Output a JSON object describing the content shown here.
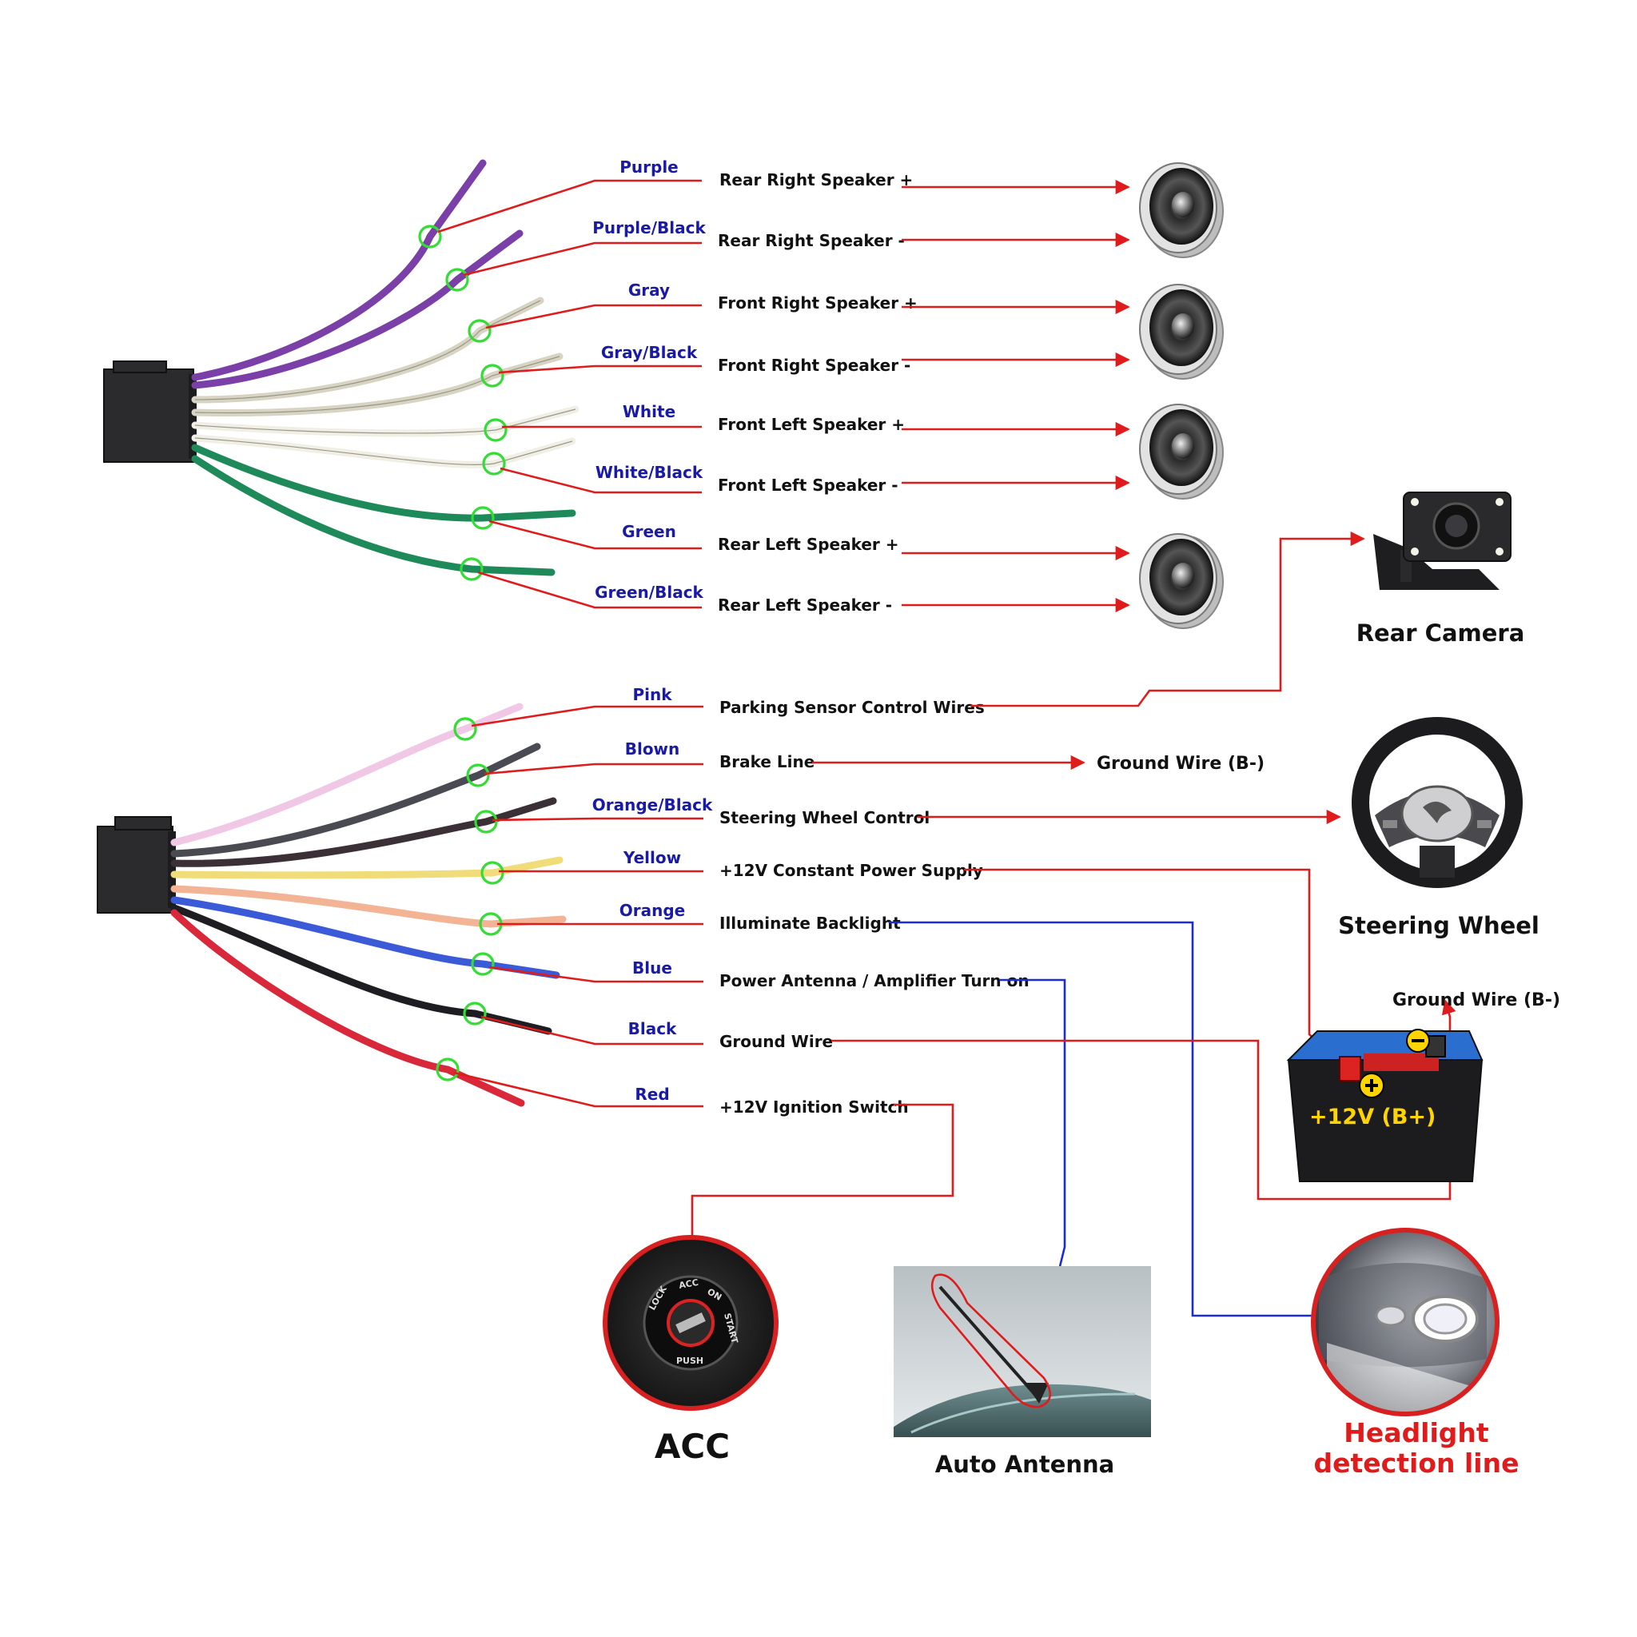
{
  "top_harness": {
    "wires": [
      {
        "color_label": "Purple",
        "function": "Rear Right Speaker +",
        "wire_color": "#7b3fa8"
      },
      {
        "color_label": "Purple/Black",
        "function": "Rear Right Speaker -",
        "wire_color": "#7b3fa8"
      },
      {
        "color_label": "Gray",
        "function": "Front Right Speaker +",
        "wire_color": "#d8d4c4"
      },
      {
        "color_label": "Gray/Black",
        "function": "Front Right Speaker -",
        "wire_color": "#d8d4c4"
      },
      {
        "color_label": "White",
        "function": "Front Left Speaker +",
        "wire_color": "#efefe6"
      },
      {
        "color_label": "White/Black",
        "function": "Front Left Speaker -",
        "wire_color": "#efefe6"
      },
      {
        "color_label": "Green",
        "function": "Rear Left Speaker +",
        "wire_color": "#1e8a5a"
      },
      {
        "color_label": "Green/Black",
        "function": "Rear Left Speaker -",
        "wire_color": "#1e8a5a"
      }
    ]
  },
  "bottom_harness": {
    "wires": [
      {
        "color_label": "Pink",
        "function": "Parking Sensor Control Wires",
        "wire_color": "#f0c8e6"
      },
      {
        "color_label": "Blown",
        "function": "Brake Line",
        "wire_color": "#4a4a52"
      },
      {
        "color_label": "Orange/Black",
        "function": "Steering Wheel Control",
        "wire_color": "#3a3036"
      },
      {
        "color_label": "Yellow",
        "function": "+12V Constant Power Supply",
        "wire_color": "#f0dc78"
      },
      {
        "color_label": "Orange",
        "function": "Illuminate Backlight",
        "wire_color": "#f3b496"
      },
      {
        "color_label": "Blue",
        "function": "Power Antenna / Amplifier Turn on",
        "wire_color": "#3a5ad8"
      },
      {
        "color_label": "Black",
        "function": "Ground Wire",
        "wire_color": "#1e1e22"
      },
      {
        "color_label": "Red",
        "function": "+12V  Ignition Switch",
        "wire_color": "#d8283a"
      }
    ]
  },
  "brake_target": "Ground Wire (B-)",
  "devices": {
    "rear_camera": "Rear Camera",
    "steering_wheel": "Steering Wheel",
    "battery_ground": "Ground Wire (B-)",
    "battery_positive": "+12V  (B+)",
    "acc": "ACC",
    "auto_antenna": "Auto Antenna",
    "headlight_line1": "Headlight",
    "headlight_line2": "detection line"
  },
  "ignition_key": {
    "lock": "LOCK",
    "acc": "ACC",
    "on": "ON",
    "start": "START",
    "push": "PUSH"
  },
  "colors": {
    "lead_red": "#e01b1b",
    "lead_blue": "#1b2bd6",
    "wire_label": "#1a1aa8",
    "marker_ring": "#33dd33"
  }
}
